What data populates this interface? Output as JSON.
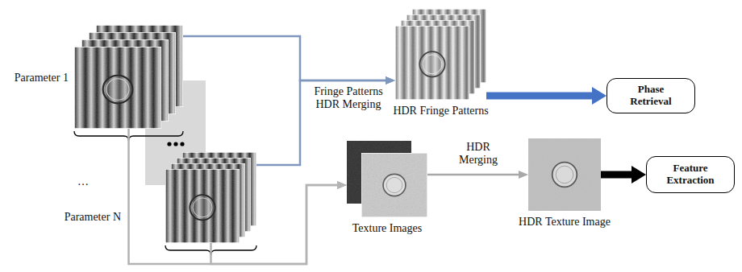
{
  "diagram": {
    "nodes": [
      {
        "text": [
          "Parameter 1"
        ]
      },
      {
        "text": [
          "Parameter N"
        ]
      },
      {
        "text": [
          "HDR Fringe Patterns"
        ]
      },
      {
        "text": [
          "Phase Retrieval"
        ]
      },
      {
        "text": [
          "Texture Images"
        ]
      },
      {
        "text": [
          "HDR Texture Image"
        ]
      },
      {
        "text": [
          "Feature Extraction"
        ]
      }
    ],
    "edges": [
      {
        "from": 0,
        "to": 2,
        "arrow": "to",
        "label": "Fringe Patterns HDR Merging"
      },
      {
        "from": 1,
        "to": 2,
        "arrow": "to"
      },
      {
        "from": 0,
        "to": 4,
        "arrow": "to"
      },
      {
        "from": 1,
        "to": 4,
        "arrow": "to"
      },
      {
        "from": 2,
        "to": 3,
        "arrow": "to"
      },
      {
        "from": 4,
        "to": 5,
        "arrow": "to",
        "label": "HDR Merging"
      },
      {
        "from": 5,
        "to": 6,
        "arrow": "to"
      }
    ],
    "labels": [
      "…"
    ]
  }
}
